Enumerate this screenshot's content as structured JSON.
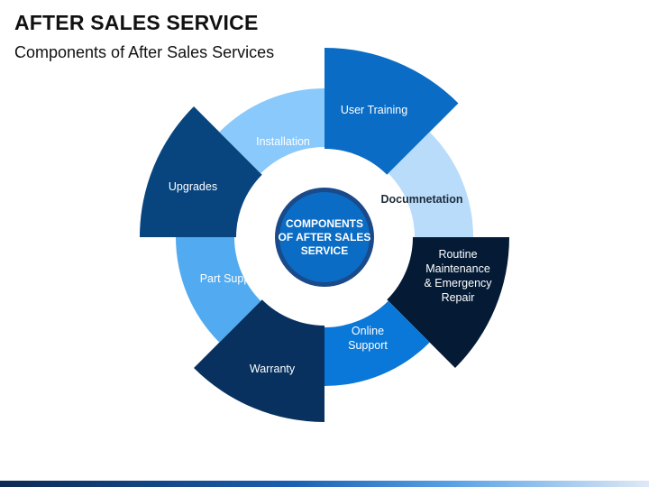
{
  "header": {
    "title": "AFTER SALES SERVICE",
    "subtitle": "Components of After Sales Services"
  },
  "hub": {
    "lines": [
      "COMPONENTS",
      "OF AFTER SALES",
      "SERVICE"
    ],
    "color": "#0a6cc4",
    "border_color": "#1a4a8a"
  },
  "segments": [
    {
      "id": "user-training",
      "lines": [
        "User Training"
      ],
      "color": "#0a6cc4",
      "text_color": "#ffffff",
      "bold": false
    },
    {
      "id": "documentation",
      "lines": [
        "Documnetation"
      ],
      "color": "#b9dcfb",
      "text_color": "#1d2b3a",
      "bold": true
    },
    {
      "id": "routine-maintenance",
      "lines": [
        "Routine",
        "Maintenance",
        "& Emergency",
        "Repair"
      ],
      "color": "#041a35",
      "text_color": "#ffffff",
      "bold": false
    },
    {
      "id": "online-support",
      "lines": [
        "Online",
        "Support"
      ],
      "color": "#0a78d9",
      "text_color": "#ffffff",
      "bold": false
    },
    {
      "id": "warranty",
      "lines": [
        "Warranty"
      ],
      "color": "#08315f",
      "text_color": "#ffffff",
      "bold": false
    },
    {
      "id": "part-supply",
      "lines": [
        "Part Supply"
      ],
      "color": "#52aaf0",
      "text_color": "#ffffff",
      "bold": false
    },
    {
      "id": "upgrades",
      "lines": [
        "Upgrades"
      ],
      "color": "#08457f",
      "text_color": "#ffffff",
      "bold": false
    },
    {
      "id": "installation",
      "lines": [
        "Installation"
      ],
      "color": "#8ac9fb",
      "text_color": "#ffffff",
      "bold": false
    }
  ]
}
